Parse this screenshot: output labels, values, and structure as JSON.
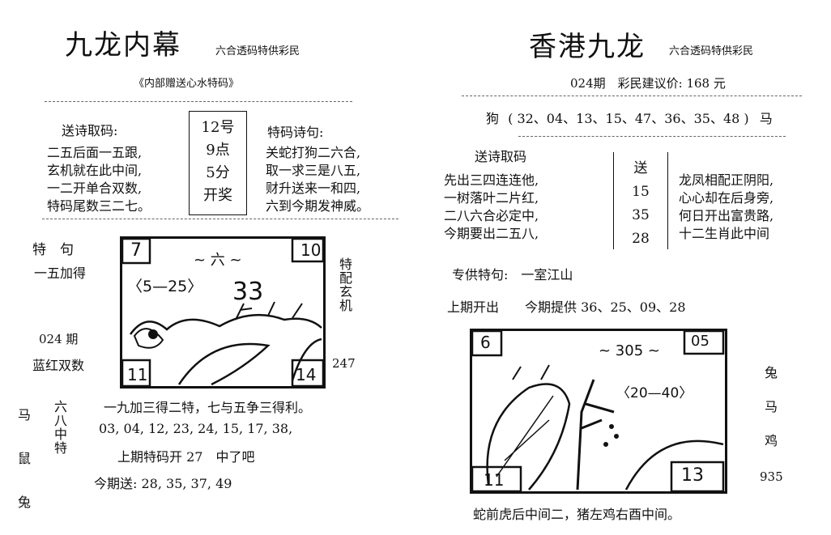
{
  "left": {
    "title": "九龙内幕",
    "tagline": "六合透码特供彩民",
    "subtitle": "《内部赠送心水特码》",
    "poem_heading": "送诗取码:",
    "poem_lines": [
      "二五后面一五跟,",
      "玄机就在此中间,",
      "一二开单合双数,",
      "特码尾数三二七。"
    ],
    "center_box": [
      "12号",
      "9点",
      "5分",
      "开奖"
    ],
    "special_poem_heading": "特码诗句:",
    "special_poem_lines": [
      "关蛇打狗二六合,",
      "取一求三是八五,",
      "财升送来一和四,",
      "六到今期发神威。"
    ],
    "special_label": "特　句",
    "special_text": "一五加得",
    "period": "024 期",
    "color_label": "蓝红双数",
    "side_label": "特配玄机",
    "side_number": "247",
    "sketch": {
      "top_left": "7",
      "top_right": "10",
      "bottom_left": "11",
      "bottom_right": "14",
      "range": "〈5—25〉",
      "number": "33",
      "scribble": "~ 六 ~"
    },
    "zodiac": [
      "马",
      "鼠",
      "兔"
    ],
    "six_eight": "六八中特",
    "bottom_line1": "一九加三得二特，七与五争三得利。",
    "bottom_line2": "03, 04, 12, 23, 24, 15, 17, 38,",
    "bottom_line3": "上期特码开 27　中了吧",
    "bottom_line4": "今期送: 28, 35, 37, 49"
  },
  "right": {
    "title": "香港九龙",
    "tagline": "六合透码特供彩民",
    "period_price": "024期　彩民建议价: 168 元",
    "dog_line_head": "狗",
    "dog_line_nums": "( 32、04、13、15、47、36、35、48 )",
    "dog_line_tail": "马",
    "poem_heading": "送诗取码",
    "poem_left": [
      "先出三四连连他,",
      "一树落叶二片红,",
      "二八六合必定中,",
      "今期要出二五八,"
    ],
    "center_box": [
      "送",
      "15",
      "35",
      "28"
    ],
    "poem_right": [
      "龙凤相配正阴阳,",
      "心心却在后身旁,",
      "何日开出富贵路,",
      "十二生肖此中间"
    ],
    "special_line": "专供特句:　一室江山",
    "last_open": "上期开出　　今期提供 36、25、09、28",
    "sketch": {
      "top_left": "6",
      "top_right": "05",
      "bottom_left": "11",
      "bottom_right": "13",
      "range": "〈20—40〉",
      "scribble": "~ 305 ~"
    },
    "zodiac": [
      "兔",
      "马",
      "鸡"
    ],
    "side_number": "935",
    "bottom_line": "蛇前虎后中间二，猪左鸡右酉中间。"
  }
}
